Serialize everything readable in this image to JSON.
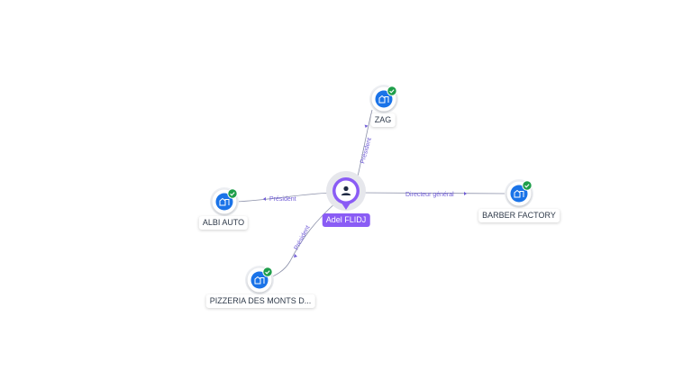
{
  "colors": {
    "company": "#1a73e8",
    "check": "#1e9e4a",
    "person": "#8a5cf5",
    "edge": "#8a8fa8",
    "edge_text": "#6f5bd6"
  },
  "person": {
    "name": "Adel FLIDJ",
    "icon": "user-icon"
  },
  "companies": [
    {
      "name": "ZAG",
      "icon": "company-building-icon",
      "verified": true
    },
    {
      "name": "ALBI AUTO",
      "icon": "company-building-icon",
      "verified": true
    },
    {
      "name": "BARBER FACTORY",
      "icon": "company-building-icon",
      "verified": true
    },
    {
      "name": "PIZZERIA DES MONTS D...",
      "icon": "company-building-icon",
      "verified": true
    }
  ],
  "edges": [
    {
      "to": "ZAG",
      "role": "Président"
    },
    {
      "to": "ALBI AUTO",
      "role": "Président"
    },
    {
      "to": "BARBER FACTORY",
      "role": "Directeur général"
    },
    {
      "to": "PIZZERIA DES MONTS D...",
      "role": "Président"
    }
  ]
}
